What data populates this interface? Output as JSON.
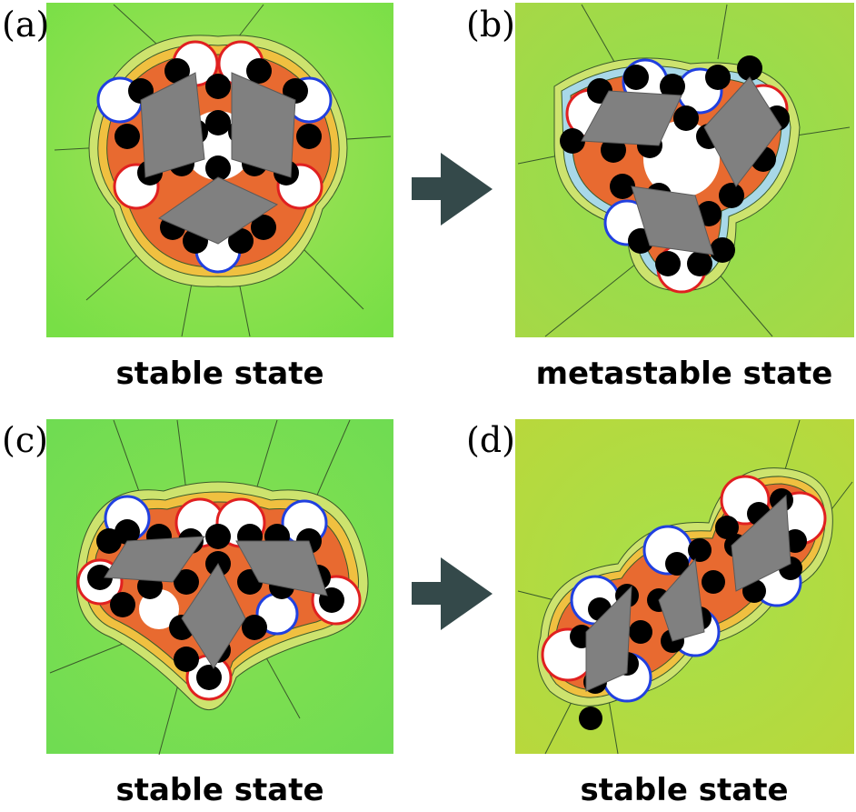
{
  "panels": [
    {
      "label": "(a)",
      "caption": "stable state"
    },
    {
      "label": "(b)",
      "caption": "metastable state"
    },
    {
      "label": "(c)",
      "caption": "stable state"
    },
    {
      "label": "(d)",
      "caption": "stable state"
    }
  ],
  "colors": {
    "background_green": "#7ee04a",
    "background_yellow_green": "#a9d84a",
    "contour_line": "#3a5a2a",
    "particle": "#000000",
    "rhombus": "#808080",
    "arrow": "#34494a",
    "red_ring": "#e02020",
    "blue_ring": "#2040e0"
  },
  "arrows": [
    {
      "from": "(a)",
      "to": "(b)"
    },
    {
      "from": "(c)",
      "to": "(d)"
    }
  ]
}
